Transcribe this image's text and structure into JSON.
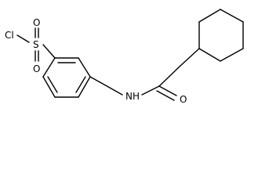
{
  "molecule": {
    "atoms": {
      "cl": "Cl",
      "s": "S",
      "o_top": "O",
      "o_bottom": "O",
      "nh": "NH",
      "o_carbonyl": "O"
    }
  }
}
